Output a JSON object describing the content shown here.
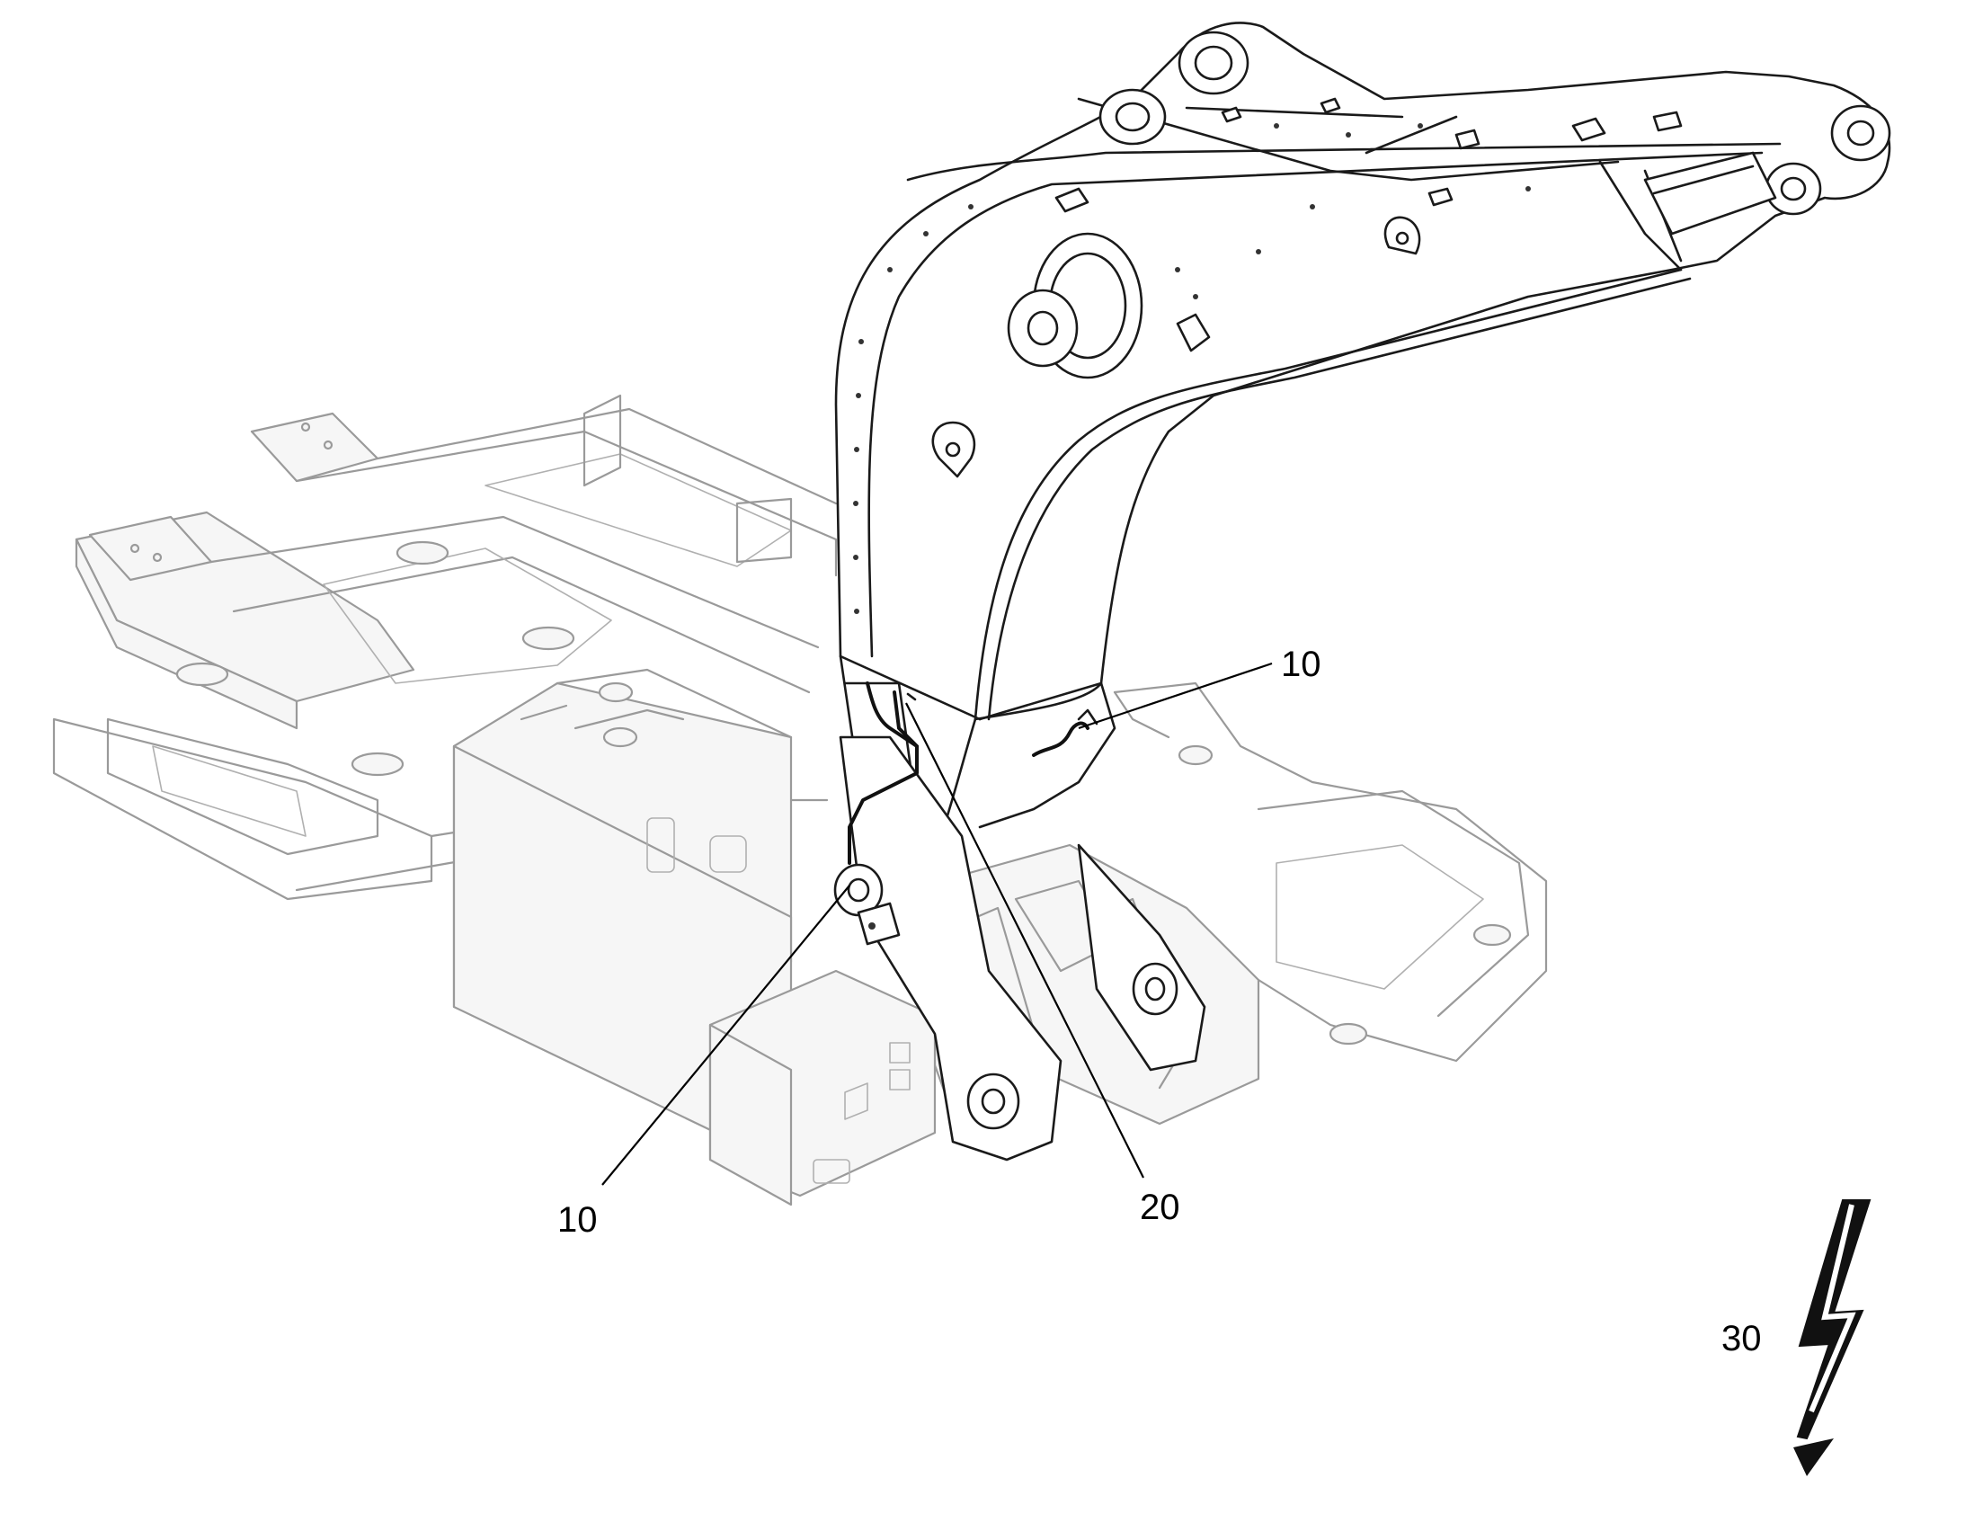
{
  "callouts": [
    {
      "id": "callout-10-right",
      "label": "10"
    },
    {
      "id": "callout-10-left",
      "label": "10"
    },
    {
      "id": "callout-20",
      "label": "20"
    },
    {
      "id": "callout-30",
      "label": "30"
    }
  ],
  "colors": {
    "ink": "#1a1a1a",
    "ghost": "#9a9a9a",
    "background": "#ffffff"
  },
  "icons": {
    "arrow": "lightning-arrow-icon"
  }
}
